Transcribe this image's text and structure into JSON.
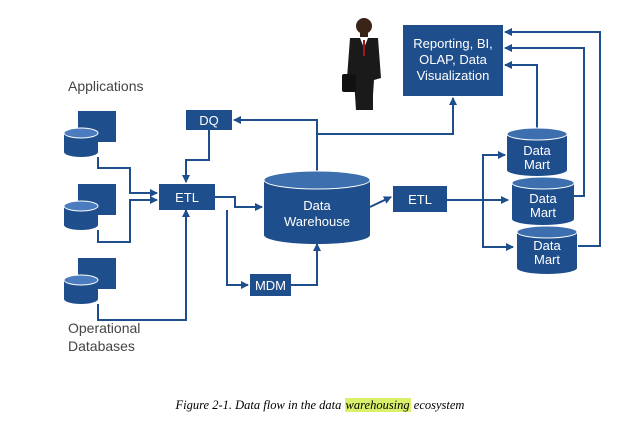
{
  "labels": {
    "applications": "Applications",
    "operational_line1": "Operational",
    "operational_line2": "Databases",
    "dq": "DQ",
    "etl_left": "ETL",
    "etl_right": "ETL",
    "mdm": "MDM",
    "dw_line1": "Data",
    "dw_line2": "Warehouse",
    "reporting_line1": "Reporting, BI,",
    "reporting_line2": "OLAP, Data",
    "reporting_line3": "Visualization",
    "mart_line1": "Data",
    "mart_line2": "Mart"
  },
  "caption": {
    "before": "Figure 2-1. Data flow in the data ",
    "highlight": "warehousing",
    "after": " ecosystem"
  },
  "colors": {
    "box": "#1f4e8c",
    "box_top": "#3d6fae",
    "arrow": "#1f4e8c",
    "highlight": "#d8f06a"
  }
}
